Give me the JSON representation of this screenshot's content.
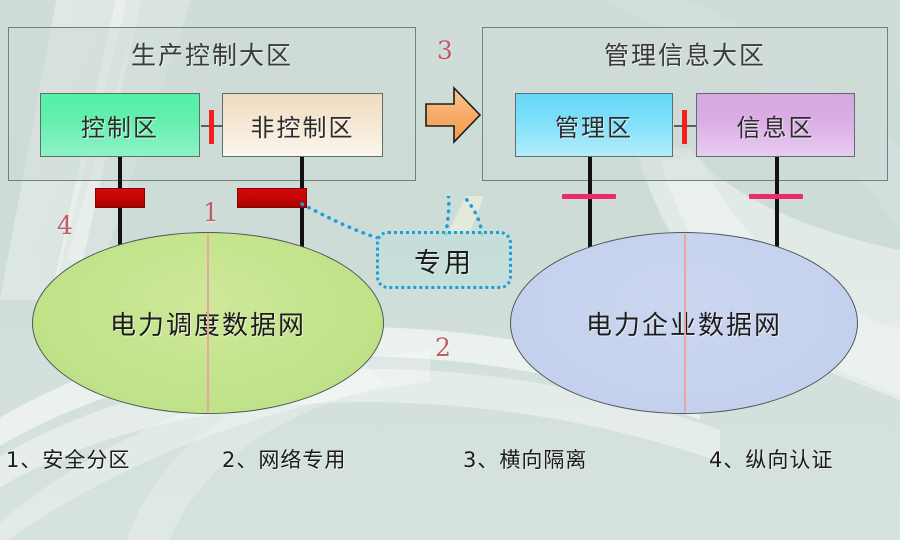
{
  "diagram": {
    "background_color": "#cfdcd8",
    "zones": [
      {
        "id": "production-control",
        "title": "生产控制大区",
        "regions": [
          {
            "id": "control-area",
            "label": "控制区",
            "color": "#63efae"
          },
          {
            "id": "non-control-area",
            "label": "非控制区",
            "color": "#f4e7d3"
          }
        ],
        "separator_color": "#f42020"
      },
      {
        "id": "management-information",
        "title": "管理信息大区",
        "regions": [
          {
            "id": "management-area",
            "label": "管理区",
            "color": "#7fe0f8"
          },
          {
            "id": "information-area",
            "label": "信息区",
            "color": "#dbaee5"
          }
        ],
        "separator_color": "#f42020"
      }
    ],
    "networks": [
      {
        "id": "dispatch-data-network",
        "label": "电力调度数据网",
        "color": "#c2e38b"
      },
      {
        "id": "enterprise-data-network",
        "label": "电力企业数据网",
        "color": "#c6d2ee"
      }
    ],
    "callout": {
      "label": "专用",
      "border_color": "#1f9fd8"
    },
    "arrow": {
      "color": "#f5a85e",
      "direction": "right"
    },
    "devices": {
      "longitudinal_encryption_color": "#c10505",
      "authentication_bar_color": "#ec2a72"
    },
    "step_numbers": [
      {
        "id": "step-1",
        "text": "1"
      },
      {
        "id": "step-2",
        "text": "2"
      },
      {
        "id": "step-3",
        "text": "3"
      },
      {
        "id": "step-4",
        "text": "4"
      }
    ],
    "step_number_color": "#c15c63",
    "legend": [
      {
        "id": "legend-1",
        "text": "1、安全分区"
      },
      {
        "id": "legend-2",
        "text": "2、网络专用"
      },
      {
        "id": "legend-3",
        "text": "3、横向隔离"
      },
      {
        "id": "legend-4",
        "text": "4、纵向认证"
      }
    ]
  }
}
